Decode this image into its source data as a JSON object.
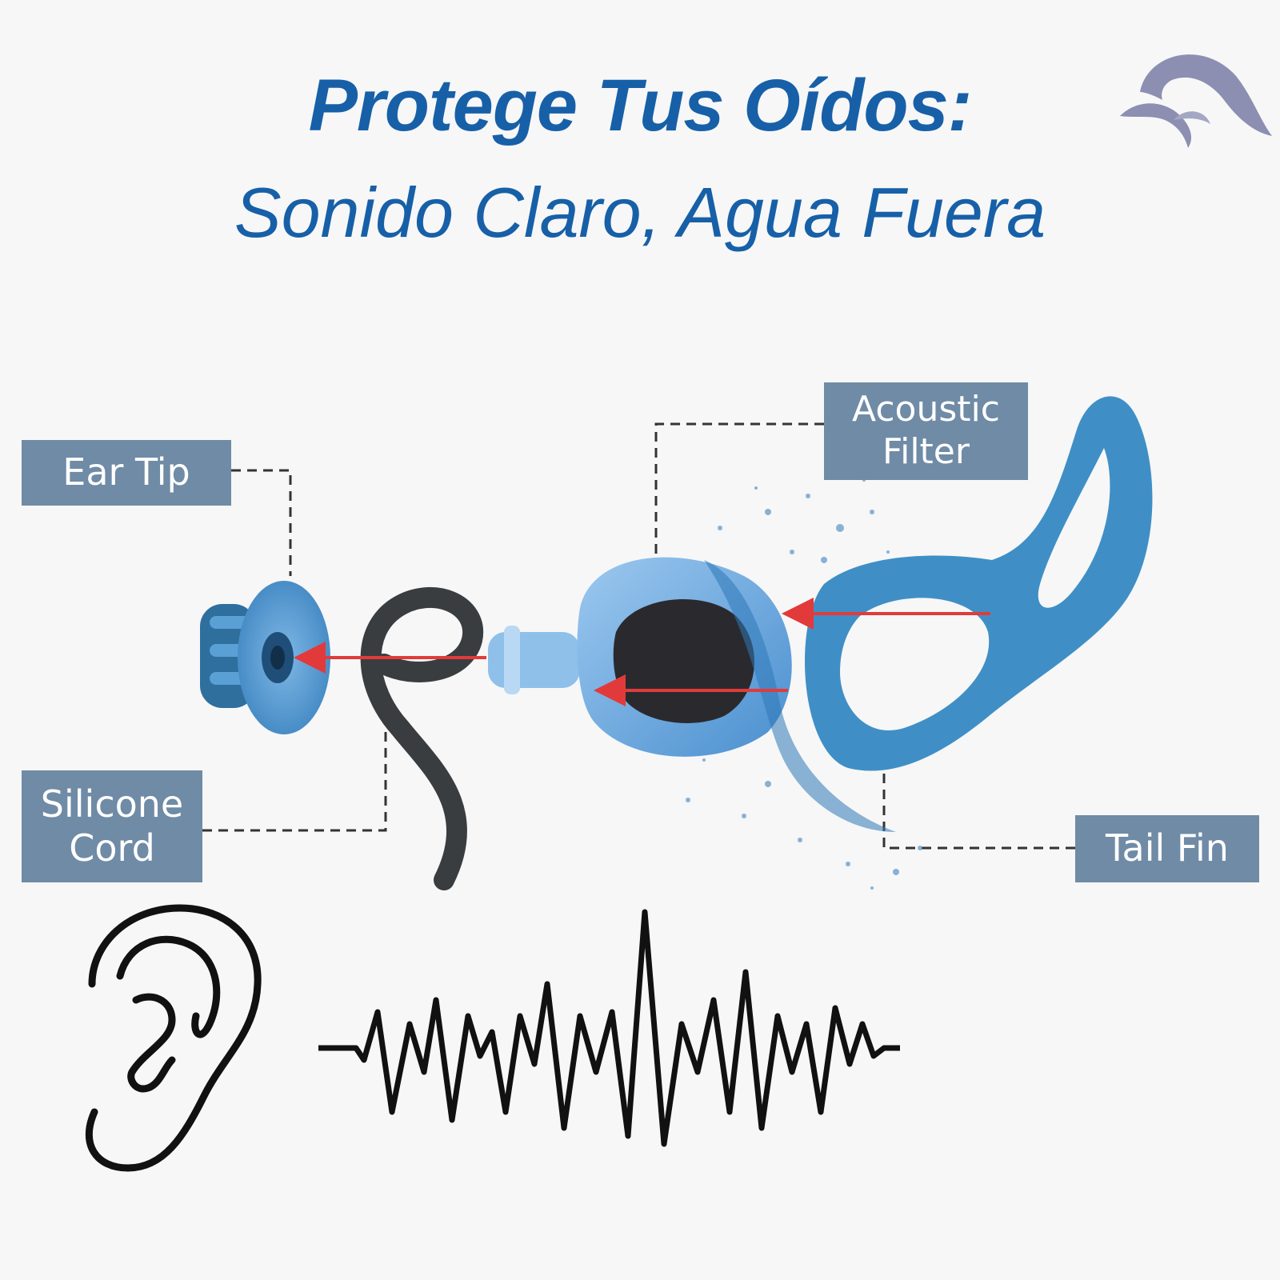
{
  "heading": {
    "title": "Protege Tus Oídos:",
    "subtitle": "Sonido Claro, Agua Fuera"
  },
  "labels": {
    "ear_tip": "Ear Tip",
    "acoustic_filter": "Acoustic\nFilter",
    "silicone_cord": "Silicone\nCord",
    "tail_fin": "Tail Fin"
  },
  "colors": {
    "title_blue": "#1760a8",
    "label_bg": "#6f8ba6",
    "plug_blue": "#3f8fc6",
    "arrow_red": "#e23a3a",
    "logo": "#8c8fb2"
  },
  "icons": [
    "wave-logo-icon",
    "ear-icon",
    "sound-wave-icon"
  ]
}
